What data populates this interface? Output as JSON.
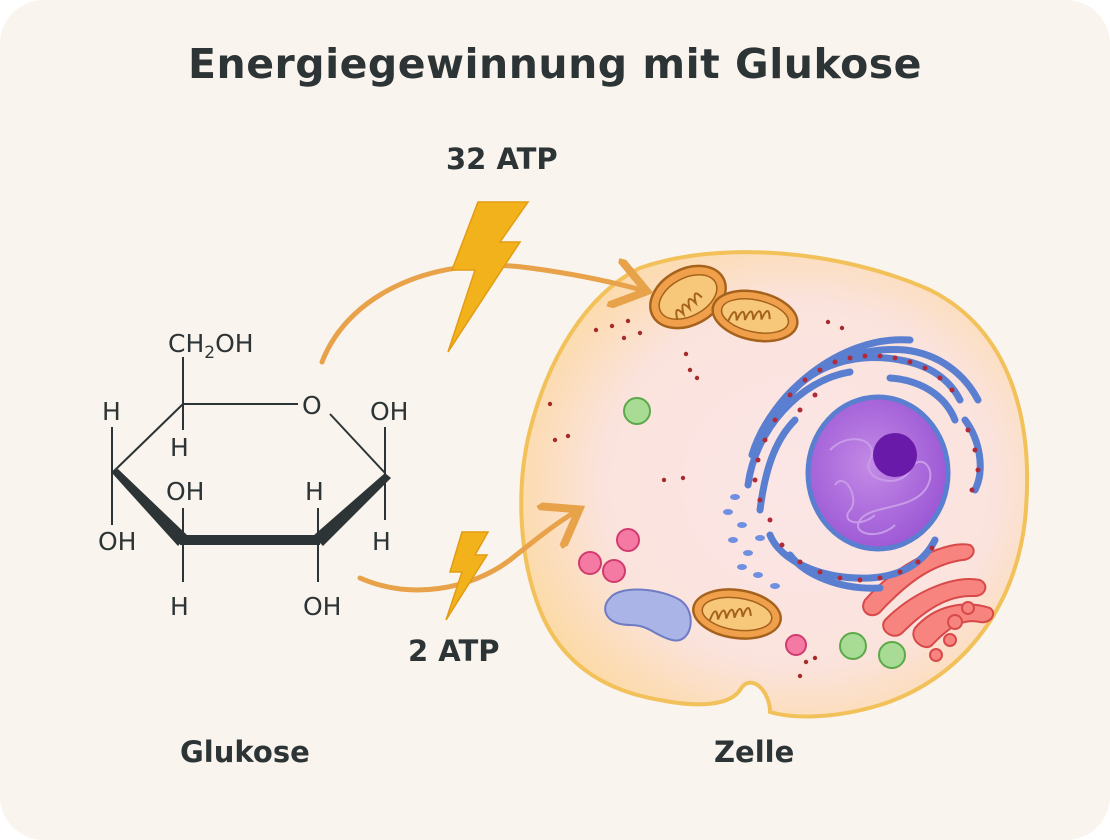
{
  "title": "Energiegewinnung mit Glukose",
  "atp_aerobic": "32 ATP",
  "atp_anaerobic": "2 ATP",
  "captions": {
    "glucose": "Glukose",
    "cell": "Zelle"
  },
  "molecule": {
    "ch2oh": "CH",
    "ch2oh_sub": "2",
    "ch2oh_tail": "OH",
    "ring_oxygen": "O",
    "h": "H",
    "oh": "OH"
  },
  "colors": {
    "background": "#f9f4ee",
    "text": "#2d3436",
    "arrow": "#e8a24a",
    "lightning": "#f2b21c",
    "mitochondria": "#e5943c",
    "nucleus": "#a259d9",
    "nucleolus": "#6a1aa8",
    "er": "#5b7fd0",
    "golgi": "#f06a6a",
    "vesicle": "#8cc97a",
    "lysosome": "#f06292",
    "membrane": "#f2c15a"
  }
}
